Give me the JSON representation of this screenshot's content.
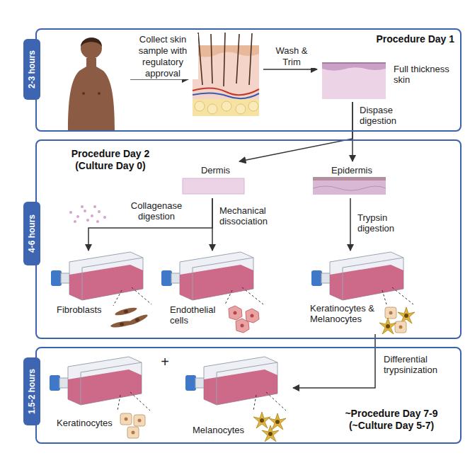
{
  "diagram": {
    "nodes": [
      {
        "text": [
          "2-3 hours"
        ]
      },
      {
        "text": [
          "Procedure Day 1"
        ]
      },
      {
        "text": [
          "Full thickness skin"
        ],
        "in": 1
      },
      {
        "text": [
          "4-6 hours"
        ]
      },
      {
        "text": [
          "Procedure Day 2 (Culture Day 0)"
        ]
      },
      {
        "text": [
          "Dermis"
        ],
        "in": 4
      },
      {
        "text": [
          "Epidermis"
        ],
        "in": 4
      },
      {
        "text": [
          "Fibroblasts"
        ],
        "in": 4
      },
      {
        "text": [
          "Endothelial cells"
        ],
        "in": 4
      },
      {
        "text": [
          "Keratinocytes & Melanocytes"
        ],
        "in": 4
      },
      {
        "text": [
          "1.5-2 hours"
        ]
      },
      {
        "text": [
          "~Procedure Day 7-9 (~Culture Day 5-7)"
        ]
      },
      {
        "text": [
          "Keratinocytes"
        ],
        "in": 11
      },
      {
        "text": [
          "Melanocytes"
        ],
        "in": 11
      }
    ],
    "edges": [
      {
        "from": 2,
        "to": 5,
        "label": "Dispase digestion",
        "arrow": "to"
      },
      {
        "from": 2,
        "to": 6,
        "arrow": "to"
      },
      {
        "from": 5,
        "to": 7,
        "label": "Collagenase digestion",
        "arrow": "to"
      },
      {
        "from": 5,
        "to": 8,
        "label": "Mechanical dissociation",
        "arrow": "to"
      },
      {
        "from": 6,
        "to": 9,
        "label": "Trypsin digestion",
        "arrow": "to"
      },
      {
        "from": 9,
        "to": 13,
        "label": "Differential trypsinization",
        "arrow": "to"
      }
    ],
    "labels": [
      "Collect skin sample with regulatory approval",
      "Wash & Trim",
      "+"
    ]
  }
}
